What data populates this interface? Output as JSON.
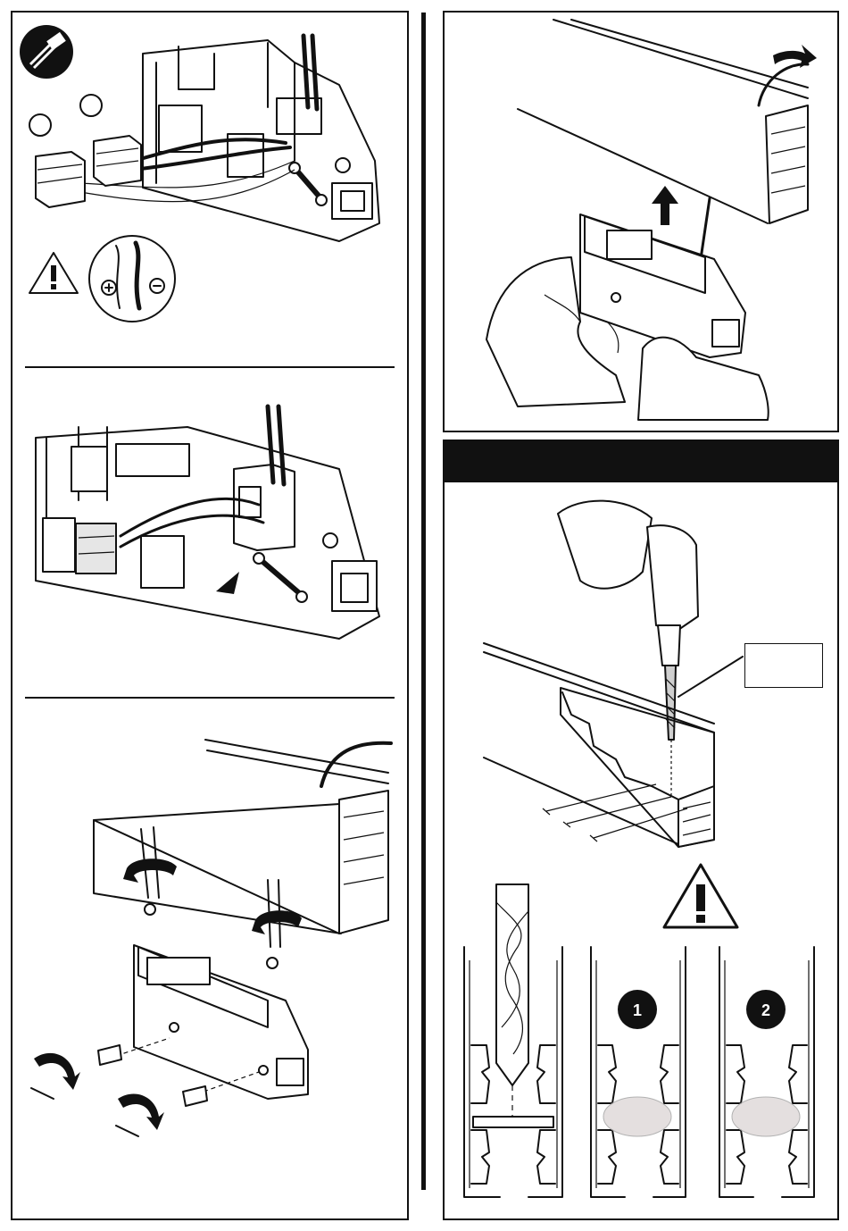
{
  "document": {
    "type": "installation-instructions",
    "colors": {
      "ink": "#111111",
      "paper": "#ffffff",
      "highlight": "#e2dcdc"
    },
    "header_bar": {
      "text": ""
    },
    "drill_callout": {
      "text": ""
    },
    "icons": [
      "wire-connector-badge-icon",
      "warning-triangle-icon",
      "polarity-plus-minus-icon",
      "rotate-arrow-icon",
      "up-arrow-icon",
      "pull-wire-arrow-icon",
      "drill-icon"
    ],
    "step_markers": [
      "1",
      "2"
    ]
  }
}
